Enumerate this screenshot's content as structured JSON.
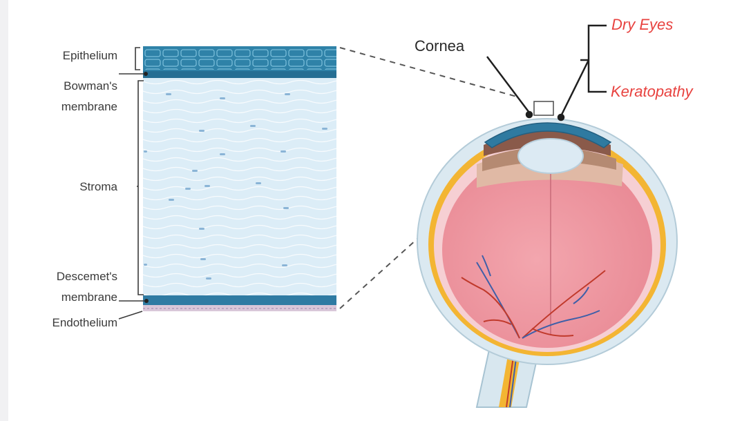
{
  "layers": {
    "epithelium": "Epithelium",
    "bowman_line1": "Bowman's",
    "bowman_line2": "membrane",
    "stroma": "Stroma",
    "descemet_line1": "Descemet's",
    "descemet_line2": "membrane",
    "endothelium": "Endothelium"
  },
  "eye": {
    "cornea": "Cornea"
  },
  "conditions": {
    "dry_eyes": "Dry Eyes",
    "keratopathy": "Keratopathy",
    "color": "#e8423f"
  },
  "colors": {
    "epithelium": "#2f82a8",
    "stroma": "#dcedf7",
    "descemet": "#2f7ba3",
    "endothelium": "#d9c7d9",
    "sclera": "#f6cfd3",
    "retina_yellow": "#f3b533"
  }
}
